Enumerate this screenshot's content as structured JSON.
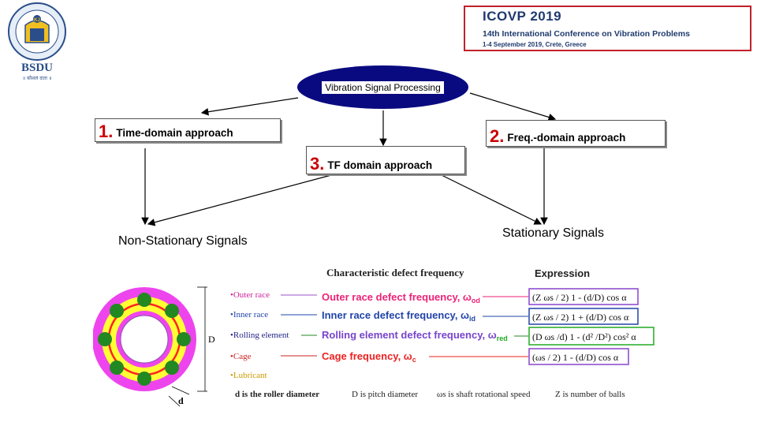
{
  "logo": {
    "text": "BSDU",
    "motto": "॥ कौशलं दाता ॥"
  },
  "conference": {
    "title": "ICOVP 2019",
    "subtitle": "14th International Conference on Vibration Problems",
    "date": "1-4 September 2019, Crete, Greece"
  },
  "diagram": {
    "root": "Vibration Signal Processing",
    "approaches": [
      {
        "num": "1.",
        "label": "Time-domain approach"
      },
      {
        "num": "2.",
        "label": "Freq.-domain approach"
      },
      {
        "num": "3.",
        "label": "TF domain approach"
      }
    ],
    "signals": {
      "non_stationary": "Non-Stationary Signals",
      "stationary": "Stationary Signals"
    }
  },
  "bearing": {
    "labels": [
      "•Outer race",
      "•Inner race",
      "•Rolling element",
      "•Cage",
      "•Lubricant"
    ],
    "dim_D": "D",
    "dim_d": "d",
    "colors": {
      "outer": "#ee44ee",
      "balls": "#228822",
      "inner_ring": "#ffff33",
      "cage": "#ff2222"
    }
  },
  "defects": {
    "header_left": "Characteristic defect frequency",
    "header_right": "Expression",
    "rows": [
      {
        "name": "Outer race defect frequency, ω",
        "sub": "od",
        "expr": "(Z ωs / 2) 1 - (d/D) cos α"
      },
      {
        "name": "Inner race defect frequency, ω",
        "sub": "id",
        "expr": "(Z ωs / 2) 1 + (d/D) cos α"
      },
      {
        "name": "Rolling element  defect frequency, ω",
        "sub": "red",
        "expr": "(D ωs /d) 1 - (d² /D²) cos² α"
      },
      {
        "name": "Cage frequency, ω",
        "sub": "c",
        "expr": "(ωs / 2) 1 - (d/D) cos α"
      }
    ],
    "footnote": [
      "d is the roller diameter",
      "D is pitch diameter",
      "ωs is shaft rotational speed",
      "Z is number of balls"
    ]
  }
}
